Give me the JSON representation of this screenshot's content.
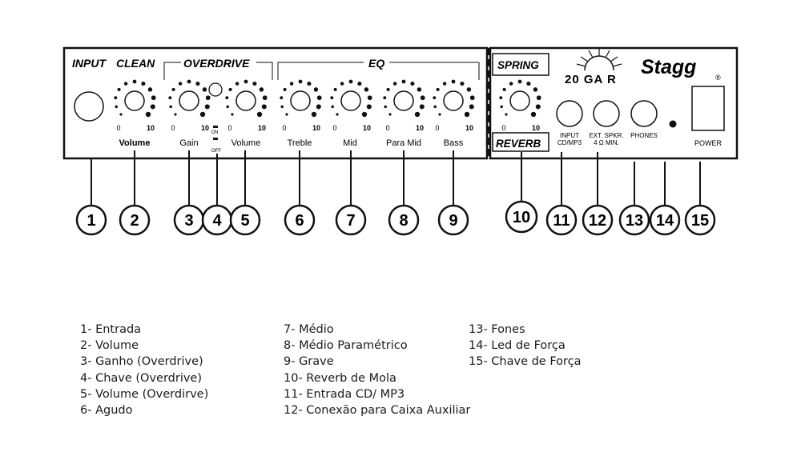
{
  "panel": {
    "section_labels": {
      "input": "INPUT",
      "clean": "CLEAN",
      "overdrive": "OVERDRIVE",
      "eq": "EQ",
      "spring": "SPRING",
      "reverb": "REVERB"
    },
    "brand": {
      "model": "20 GA R",
      "logo": "Stagg",
      "registered": "®"
    },
    "scale": {
      "min": "0",
      "max": "10"
    },
    "knob_labels": {
      "volume": "Volume",
      "gain": "Gain",
      "od_volume": "Volume",
      "treble": "Treble",
      "mid": "Mid",
      "para_mid": "Para Mid",
      "bass": "Bass"
    },
    "switch_labels": {
      "on": "ON",
      "off": "OFF"
    },
    "jack_labels": {
      "input_cd": [
        "INPUT",
        "CD/MP3"
      ],
      "ext_spkr": [
        "EXT. SPKR.",
        "4 Ω MIN."
      ],
      "phones": "PHONES",
      "power": "POWER"
    }
  },
  "callouts": [
    "1",
    "2",
    "3",
    "4",
    "5",
    "6",
    "7",
    "8",
    "9",
    "10",
    "11",
    "12",
    "13",
    "14",
    "15"
  ],
  "legend": {
    "col1": [
      "1- Entrada",
      "2- Volume",
      "3- Ganho (Overdrive)",
      "4- Chave (Overdrive)",
      "5- Volume (Overdirve)",
      "6- Agudo"
    ],
    "col2": [
      "7- Médio",
      "8- Médio Paramétrico",
      "9- Grave",
      "10- Reverb de Mola",
      "11- Entrada CD/ MP3",
      "12- Conexão para Caixa Auxiliar"
    ],
    "col3": [
      "13- Fones",
      "14- Led de Força",
      "15- Chave de Força"
    ]
  }
}
